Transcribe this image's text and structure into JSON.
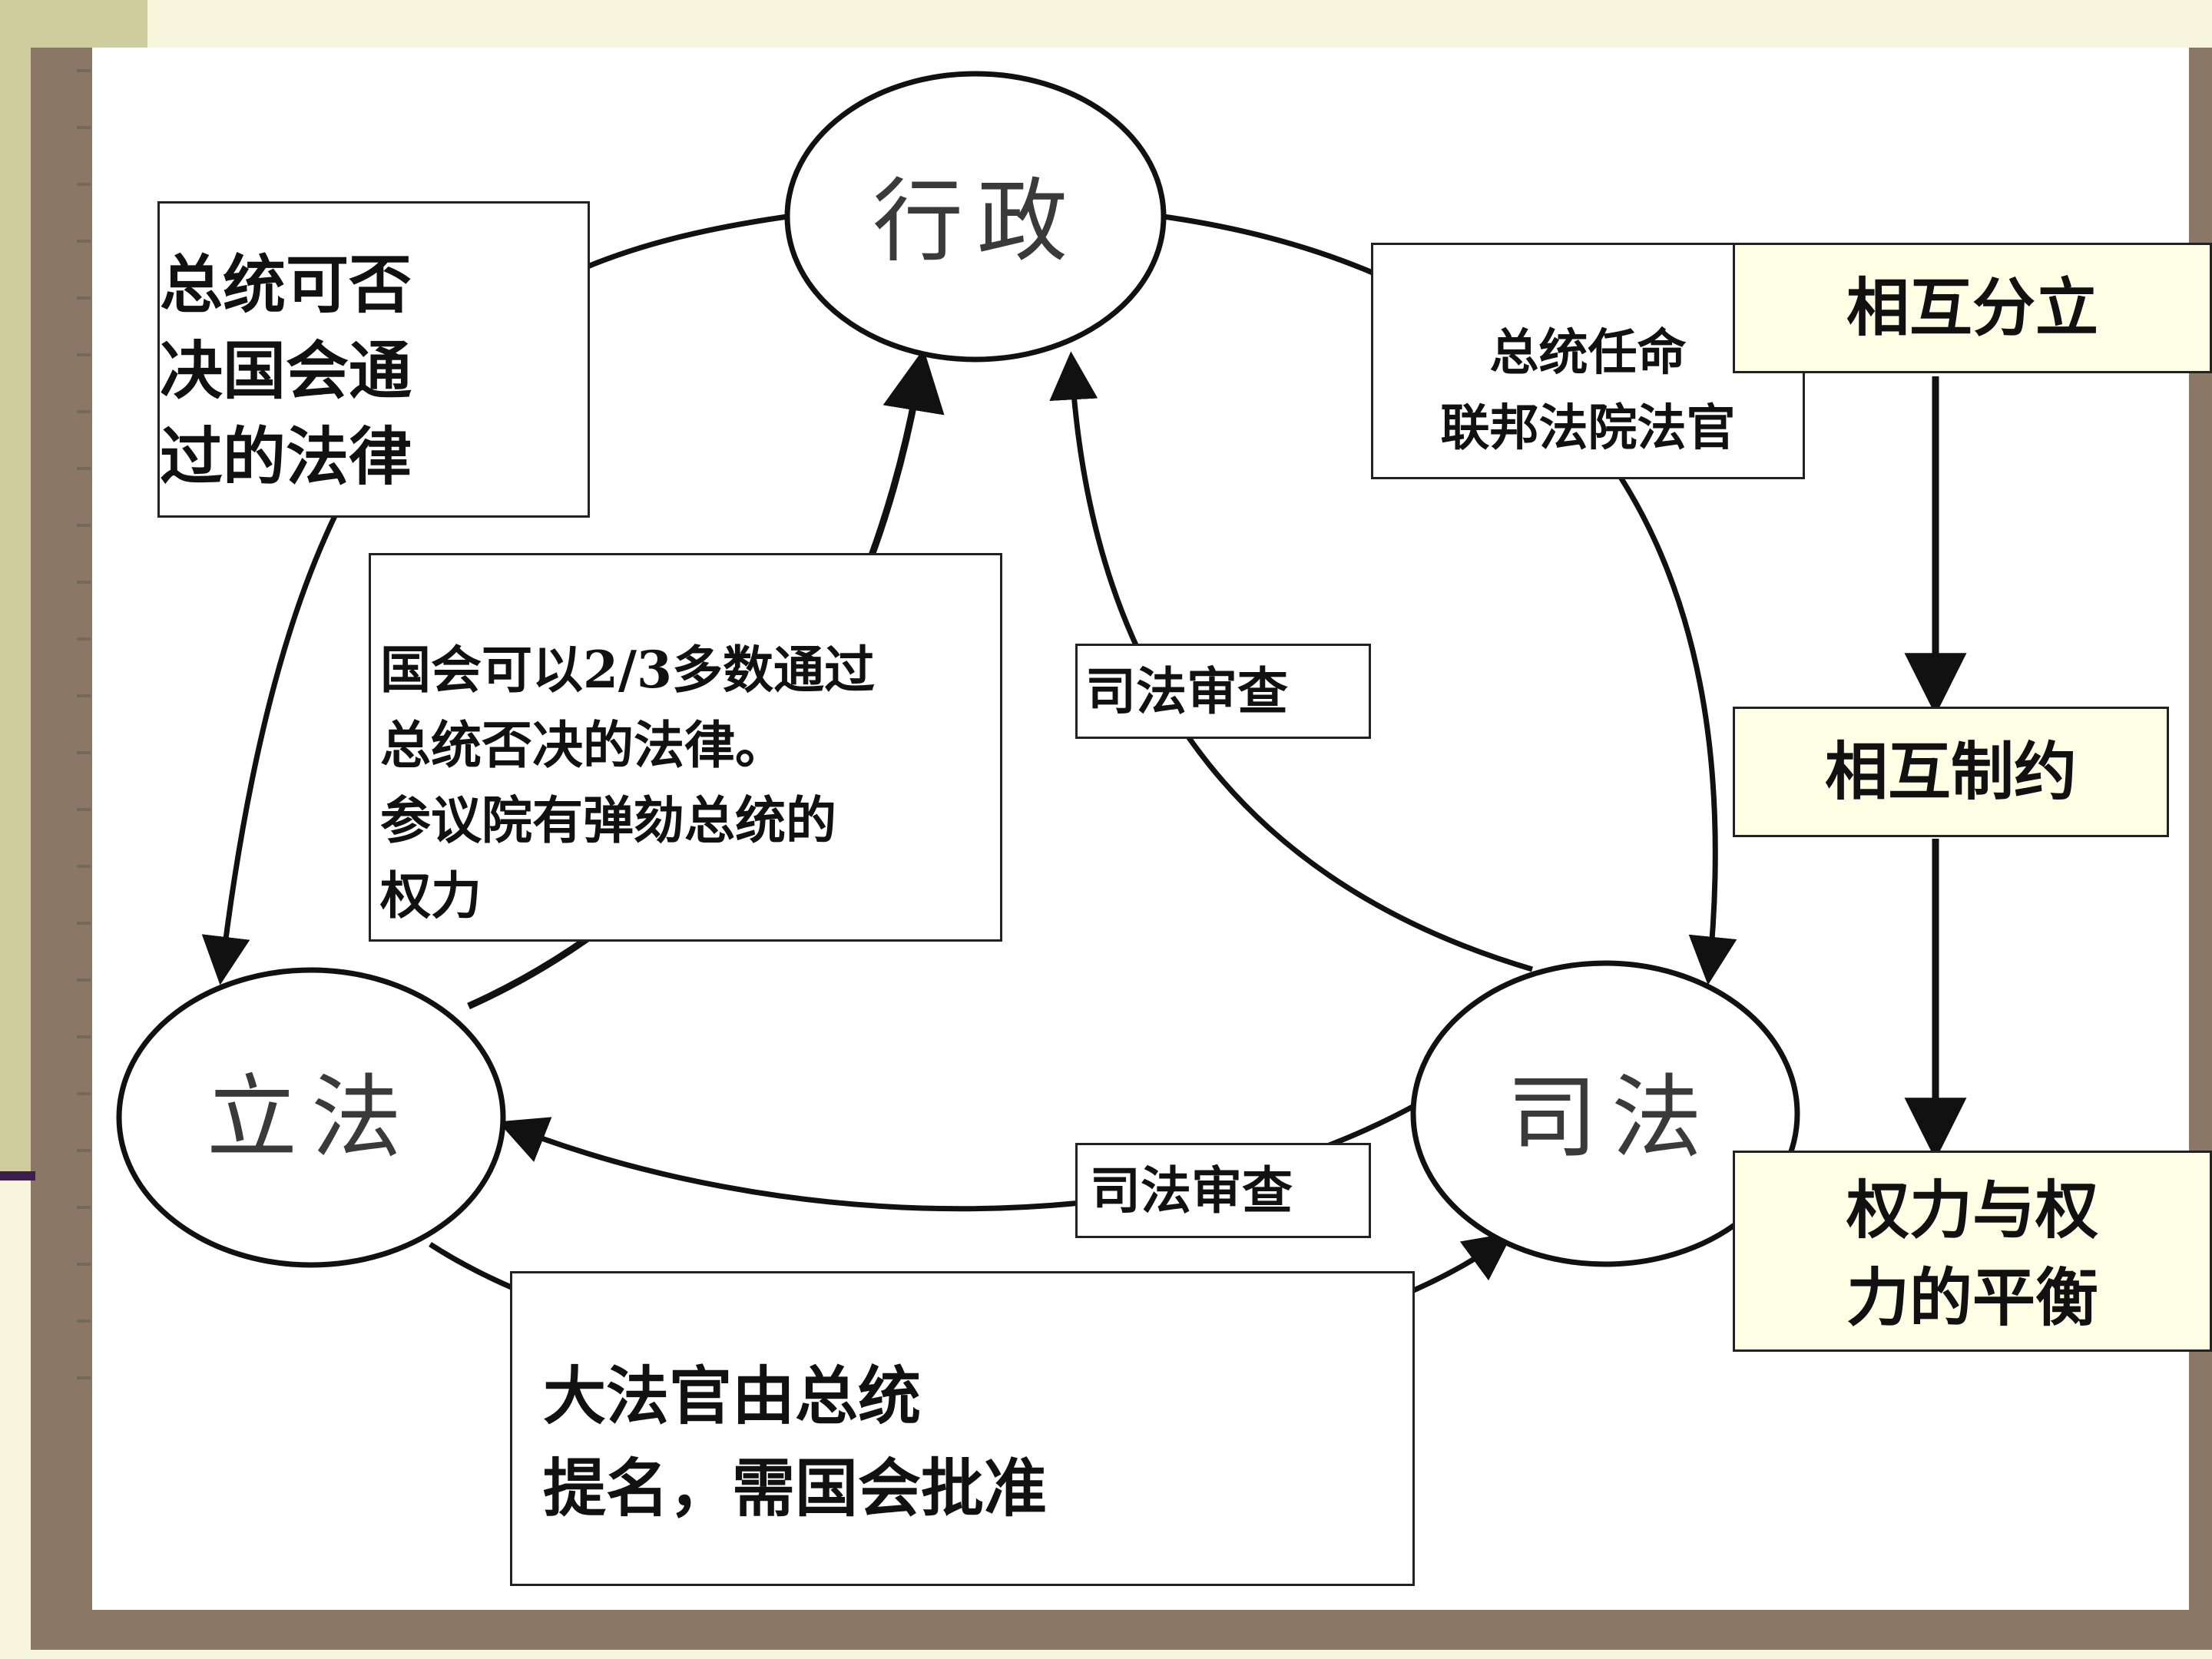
{
  "nodes": {
    "executive": "行政",
    "legislative": "立法",
    "judicial": "司法"
  },
  "boxes": {
    "veto": [
      "总统可否",
      "决国会通",
      "过的法律"
    ],
    "override": [
      "国会可以2/3多数通过",
      "总统否决的法律。",
      "参议院有弹劾总统的",
      "权力"
    ],
    "appoint": [
      "总统任命",
      "联邦法院法官"
    ],
    "review_exec": "司法审查",
    "review_leg": "司法审查",
    "nomination": [
      "大法官由总统",
      "提名，需国会批准"
    ]
  },
  "flow": {
    "step1": "相互分立",
    "step2": "相互制约",
    "step3": [
      "权力与权",
      "力的平衡"
    ]
  },
  "colors": {
    "frame": "#8b7766",
    "olive": "#cfcd9e",
    "flow_box": "#ffffe6"
  }
}
